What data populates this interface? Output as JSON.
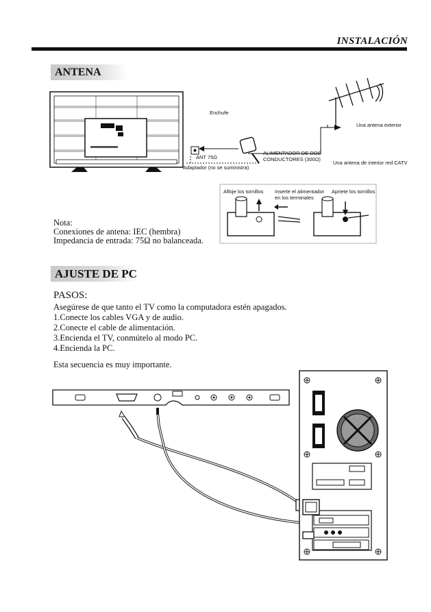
{
  "header": {
    "title": "INSTALACIÓN"
  },
  "antena_section": {
    "title": "ANTENA",
    "labels": {
      "plug": "Enchufe",
      "outdoor_antenna": "Una antena exterior",
      "feeder": "ALIMENTADOR DE DOS CONDUCTORES (300Ω)",
      "indoor_antenna": "Una antena de interior red CATV",
      "ant_port": "ANT 75Ω",
      "adapter": "Adaptador (no se suministra)",
      "loosen_screws": "Afloje los tornillos",
      "insert_feeder": "Inserte el alimentador en los terminales",
      "tighten_screws": "Apriete los tornillos"
    },
    "note": {
      "line1": "Nota:",
      "line2": "Conexiones de antena: IEC (hembra)",
      "line3": "Impedancia de entrada: 75Ω no balanceada."
    }
  },
  "pc_section": {
    "title": "AJUSTE DE PC",
    "steps_heading": "PASOS:",
    "intro": "Asegúrese de que tanto el TV como la computadora estén apagados.",
    "steps": [
      "1.Conecte los cables VGA y de audio.",
      "2.Conecte el cable de alimentación.",
      "3.Encienda el TV, conmútelo al modo PC.",
      "4.Encienda la PC."
    ],
    "important": "Esta secuencia es muy importante."
  },
  "icons": [
    "tv-back-panel-illustration",
    "antenna-icon",
    "antenna-terminal-icon",
    "arrow-icon",
    "pc-tower-illustration",
    "vga-cable-icon",
    "audio-cable-icon"
  ]
}
